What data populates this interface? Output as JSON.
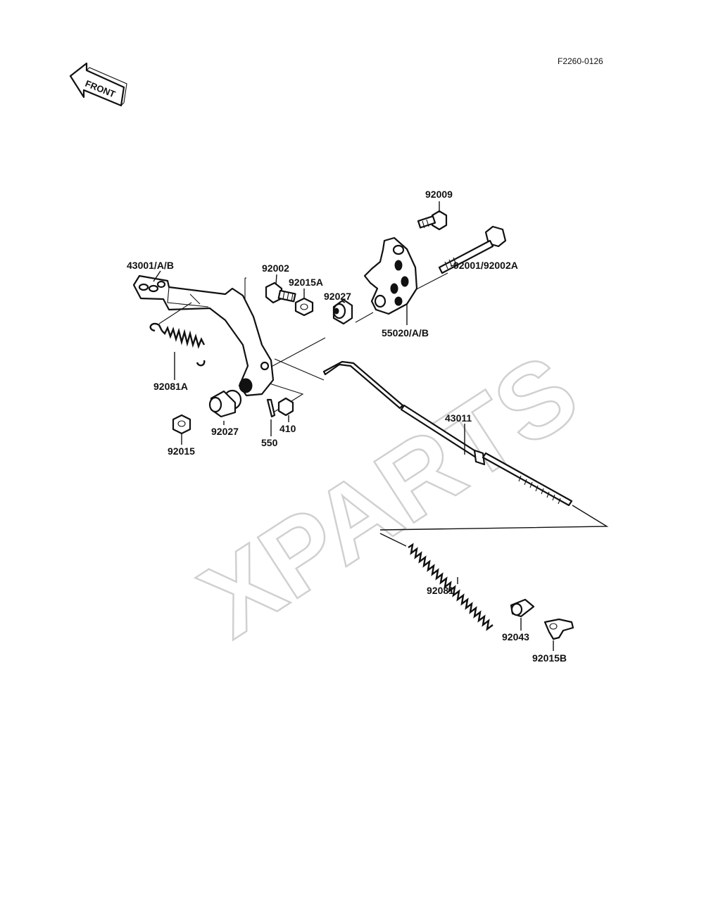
{
  "diagram_code": "F2260-0126",
  "front_arrow_label": "FRONT",
  "watermark": "XPARTS",
  "labels": {
    "p92009": "92009",
    "p43001": "43001/A/B",
    "p92002": "92002",
    "p92015A": "92015A",
    "p92027_top": "92027",
    "p92001": "92001/92002A",
    "p55020": "55020/A/B",
    "p92081A": "92081A",
    "p92027_bottom": "92027",
    "p92015": "92015",
    "p550": "550",
    "p410": "410",
    "p43011": "43011",
    "p92081": "92081",
    "p92043": "92043",
    "p92015B": "92015B"
  }
}
